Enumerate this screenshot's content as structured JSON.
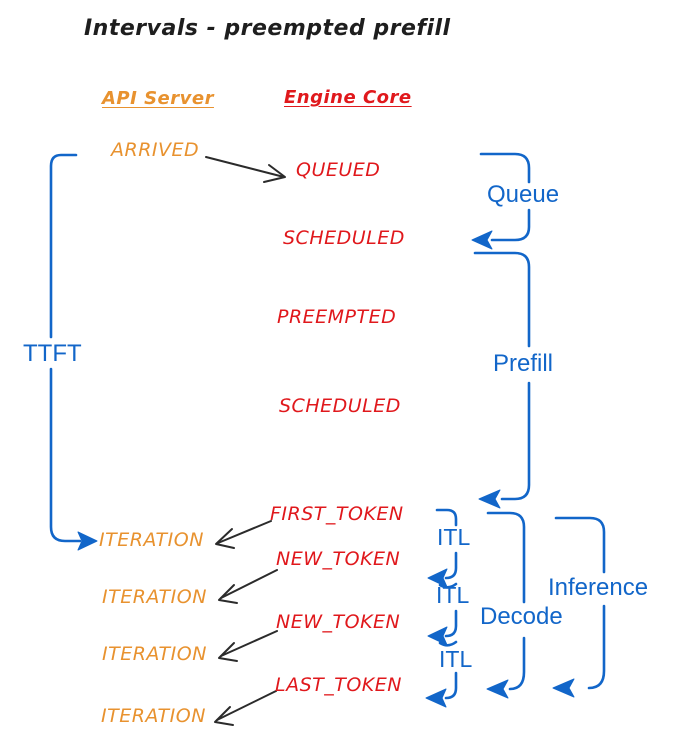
{
  "title": "Intervals - preempted prefill",
  "columns": {
    "api_server": "API Server",
    "engine_core": "Engine Core"
  },
  "api_server_events": {
    "arrived": "ARRIVED",
    "iterations": [
      "ITERATION",
      "ITERATION",
      "ITERATION",
      "ITERATION"
    ]
  },
  "engine_core_events": {
    "queued": "QUEUED",
    "scheduled_1": "SCHEDULED",
    "preempted": "PREEMPTED",
    "scheduled_2": "SCHEDULED",
    "first_token": "FIRST_TOKEN",
    "new_token_1": "NEW_TOKEN",
    "new_token_2": "NEW_TOKEN",
    "last_token": "LAST_TOKEN"
  },
  "intervals": {
    "ttft": "TTFT",
    "queue": "Queue",
    "prefill": "Prefill",
    "itl": "ITL",
    "decode": "Decode",
    "inference": "Inference"
  },
  "colors": {
    "api_server": "#e8922f",
    "engine_core": "#e0181c",
    "interval_blue": "#1266c9",
    "connector_black": "#2b2b2b"
  }
}
